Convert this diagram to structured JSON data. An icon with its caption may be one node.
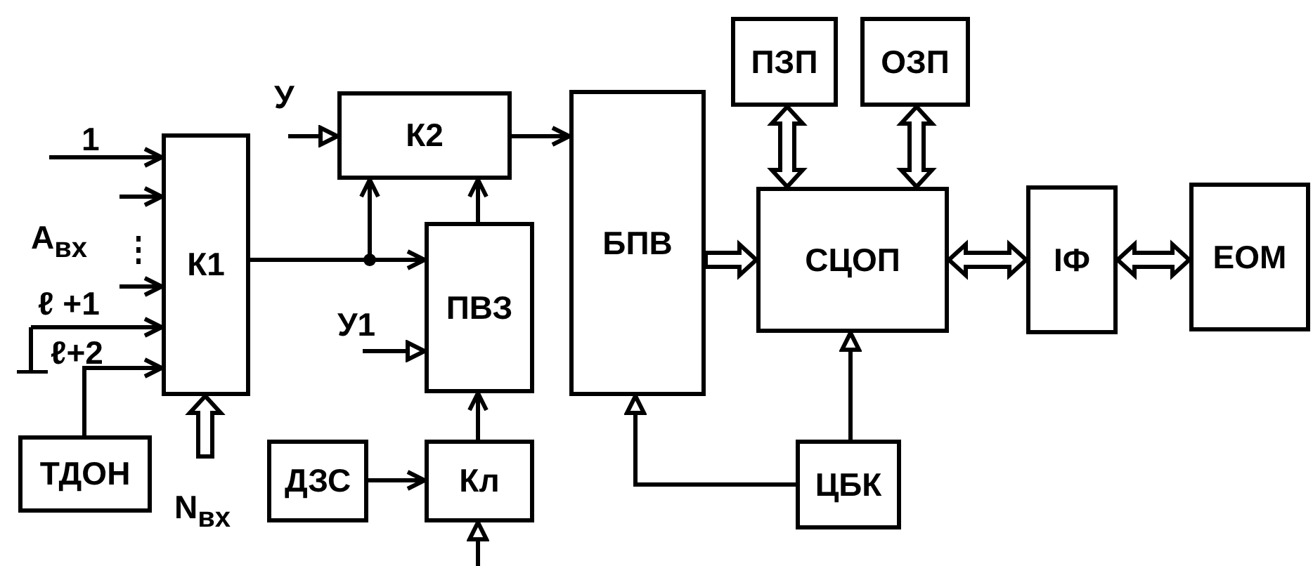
{
  "diagram": {
    "nodes": [
      {
        "text": [
          "К1"
        ]
      },
      {
        "text": [
          "К2"
        ]
      },
      {
        "text": [
          "ПВЗ"
        ]
      },
      {
        "text": [
          "Кл"
        ]
      },
      {
        "text": [
          "ДЗС"
        ]
      },
      {
        "text": [
          "ТДОН"
        ]
      },
      {
        "text": [
          "БПВ"
        ]
      },
      {
        "text": [
          "ПЗП"
        ]
      },
      {
        "text": [
          "ОЗП"
        ]
      },
      {
        "text": [
          "СЦОП"
        ]
      },
      {
        "text": [
          "ІФ"
        ]
      },
      {
        "text": [
          "ЕОМ"
        ]
      },
      {
        "text": [
          "ЦБК"
        ]
      },
      {
        "text": [],
        "shape": "ground"
      }
    ],
    "edges": [
      {
        "from": null,
        "to": 0,
        "arrow": "to"
      },
      {
        "from": null,
        "to": 0,
        "arrow": "to"
      },
      {
        "from": null,
        "to": 0,
        "arrow": "to"
      },
      {
        "from": 13,
        "to": 0,
        "arrow": "to"
      },
      {
        "from": 5,
        "to": 0,
        "arrow": "to"
      },
      {
        "from": null,
        "to": 0,
        "arrow": "to",
        "style": "thick"
      },
      {
        "from": 0,
        "to": 2,
        "arrow": "to"
      },
      {
        "from": 0,
        "to": 1,
        "arrow": "to"
      },
      {
        "from": null,
        "to": 1,
        "arrow": "to"
      },
      {
        "from": null,
        "to": 2,
        "arrow": "to"
      },
      {
        "from": 2,
        "to": 1,
        "arrow": "to"
      },
      {
        "from": 1,
        "to": 6,
        "arrow": "to"
      },
      {
        "from": 3,
        "to": 2,
        "arrow": "to"
      },
      {
        "from": 4,
        "to": 3,
        "arrow": "to"
      },
      {
        "from": null,
        "to": 3,
        "arrow": "to"
      },
      {
        "from": 6,
        "to": 9,
        "arrow": "to",
        "style": "thick"
      },
      {
        "from": 7,
        "to": 9,
        "arrow": "both",
        "style": "thick"
      },
      {
        "from": 8,
        "to": 9,
        "arrow": "both",
        "style": "thick"
      },
      {
        "from": 9,
        "to": 10,
        "arrow": "both",
        "style": "thick"
      },
      {
        "from": 10,
        "to": 11,
        "arrow": "both",
        "style": "thick"
      },
      {
        "from": 12,
        "to": 9,
        "arrow": "to"
      },
      {
        "from": 12,
        "to": 6,
        "arrow": "to"
      }
    ],
    "labels": [
      "1",
      "А$_{вх}$",
      "ℓ +1",
      "ℓ+2",
      "N$_{вх}$",
      "У",
      "У1"
    ]
  }
}
